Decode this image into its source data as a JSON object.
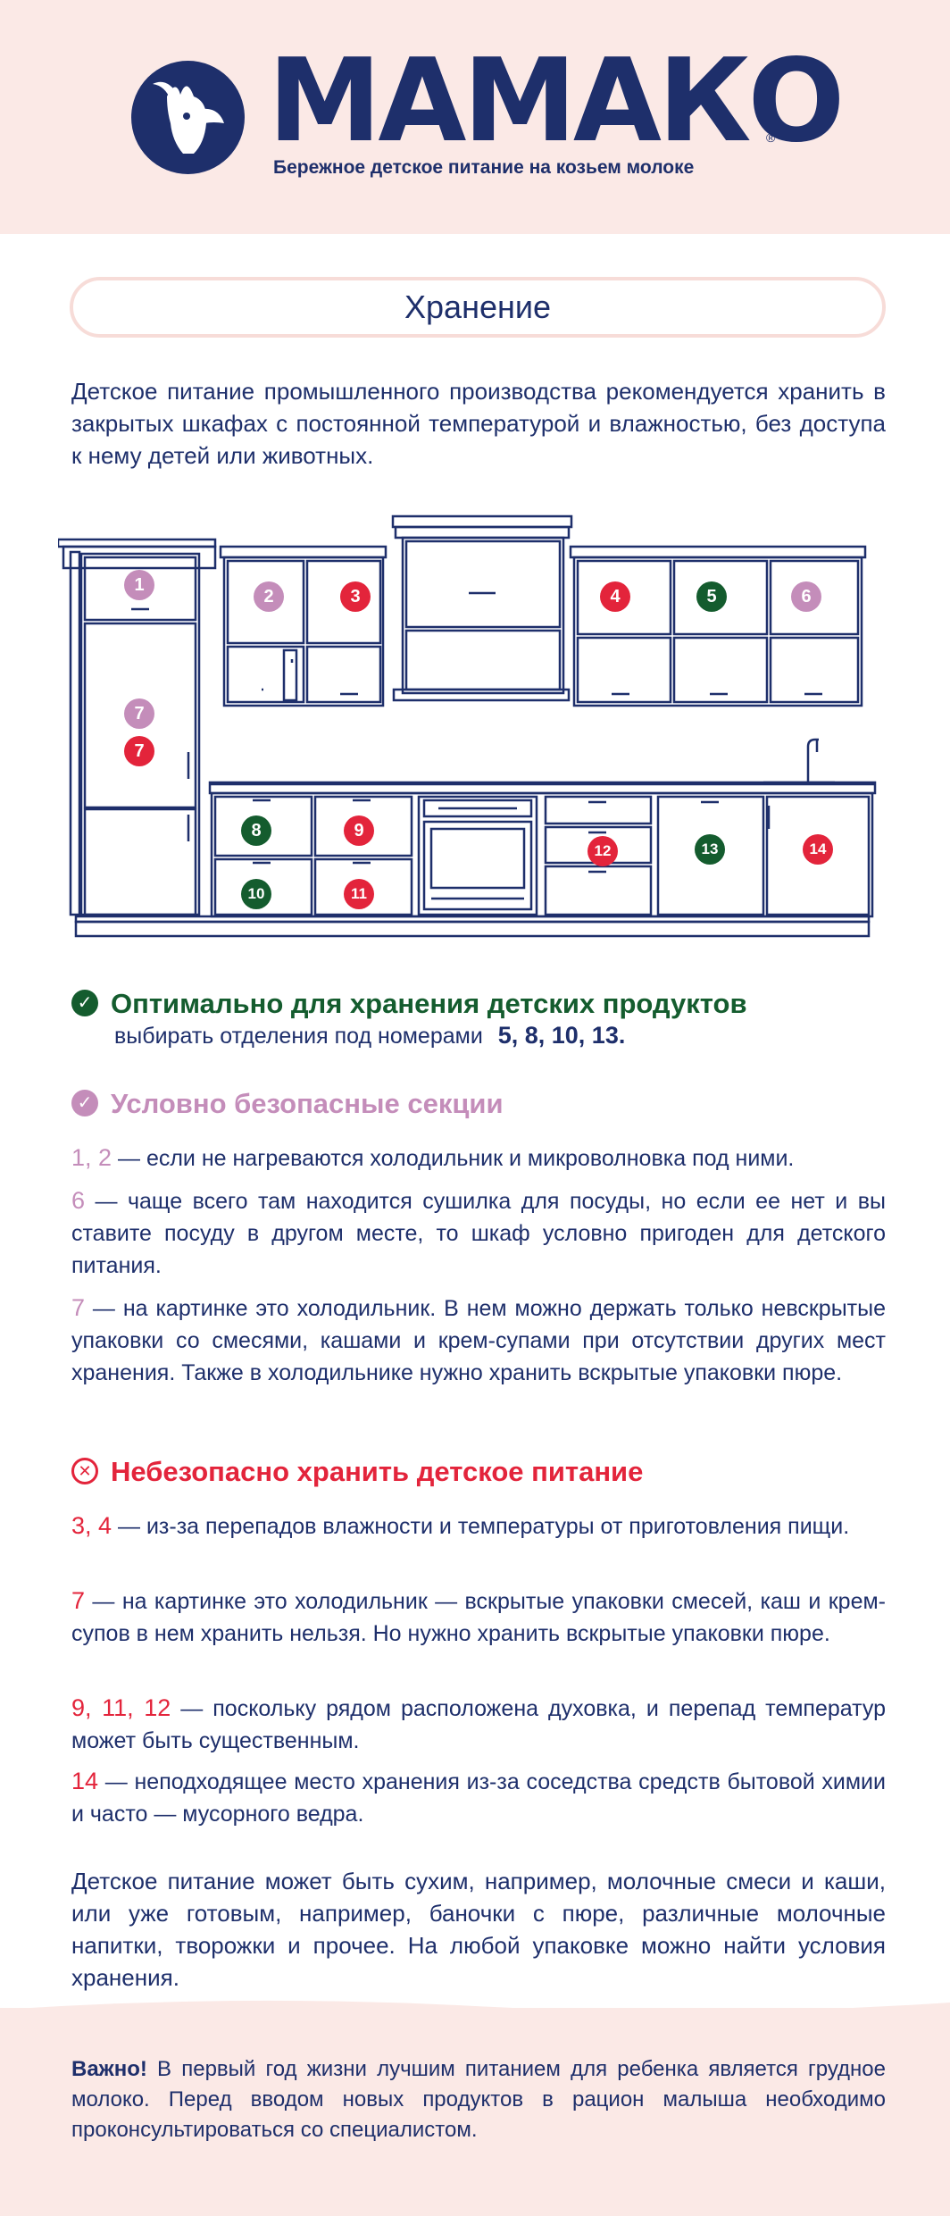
{
  "brand": {
    "name": "МАМАКО",
    "registered": "®",
    "tagline": "Бережное детское питание на козьем молоке"
  },
  "page_title": "Хранение",
  "intro": "Детское питание промышленного производства рекомендуется хранить в закрытых шкафах с постоянной температурой и влажностью, без доступа к нему детей или животных.",
  "kitchen": {
    "colors": {
      "outline": "#1e2f6b",
      "optimal": "#145c2e",
      "conditional": "#c48dba",
      "unsafe": "#e3243b"
    },
    "markers": {
      "m1": "1",
      "m2": "2",
      "m3": "3",
      "m4": "4",
      "m5": "5",
      "m6": "6",
      "m7a": "7",
      "m7b": "7",
      "m8": "8",
      "m9": "9",
      "m10": "10",
      "m11": "11",
      "m12": "12",
      "m13": "13",
      "m14": "14"
    }
  },
  "optimal": {
    "icon": "check-icon",
    "heading": "Оптимально для хранения детских продуктов",
    "text": "выбирать отделения под номерами",
    "numbers": "5, 8, 10, 13."
  },
  "conditional": {
    "icon": "check-icon",
    "heading": "Условно безопасные секции",
    "items": [
      {
        "nums": "1, 2",
        "text": " — если не нагреваются холодильник и микроволновка под ними."
      },
      {
        "nums": "6",
        "text": " — чаще всего там находится сушилка для посуды, но если ее нет и вы ставите посуду в другом месте, то шкаф условно пригоден для детского питания."
      },
      {
        "nums": "7",
        "text": " — на картинке это холодильник. В нем можно держать только невскрытые упаковки со смесями, кашами и крем-супами при отсутствии других мест хранения. Также в холодильнике нужно хранить вскрытые упаковки пюре."
      }
    ]
  },
  "unsafe": {
    "icon": "cross-icon",
    "heading": "Небезопасно хранить детское питание",
    "items": [
      {
        "nums": "3, 4",
        "text": " — из-за перепадов влажности и температуры от приготовления пищи."
      },
      {
        "nums": "7",
        "text": " — на картинке это холодильник — вскрытые упаковки смесей, каш и крем-супов в нем хранить нельзя. Но нужно хранить вскрытые упаковки пюре."
      },
      {
        "nums": "9, 11, 12",
        "text": " — поскольку рядом расположена духовка, и перепад температур может быть существенным."
      },
      {
        "nums": "14",
        "text": " — неподходящее место хранения из-за соседства средств бытовой химии и часто — мусорного ведра."
      }
    ]
  },
  "closing": "Детское питание может быть сухим, например, молочные смеси и каши, или уже готовым, например, баночки с пюре, различные молочные напитки, творожки и прочее. На любой упаковке можно найти условия хранения.",
  "important": {
    "label": "Важно!",
    "text": " В первый год жизни лучшим питанием для ребенка является грудное молоко. Перед вводом новых продуктов в рацион малыша необходимо проконсультироваться со специалистом."
  }
}
